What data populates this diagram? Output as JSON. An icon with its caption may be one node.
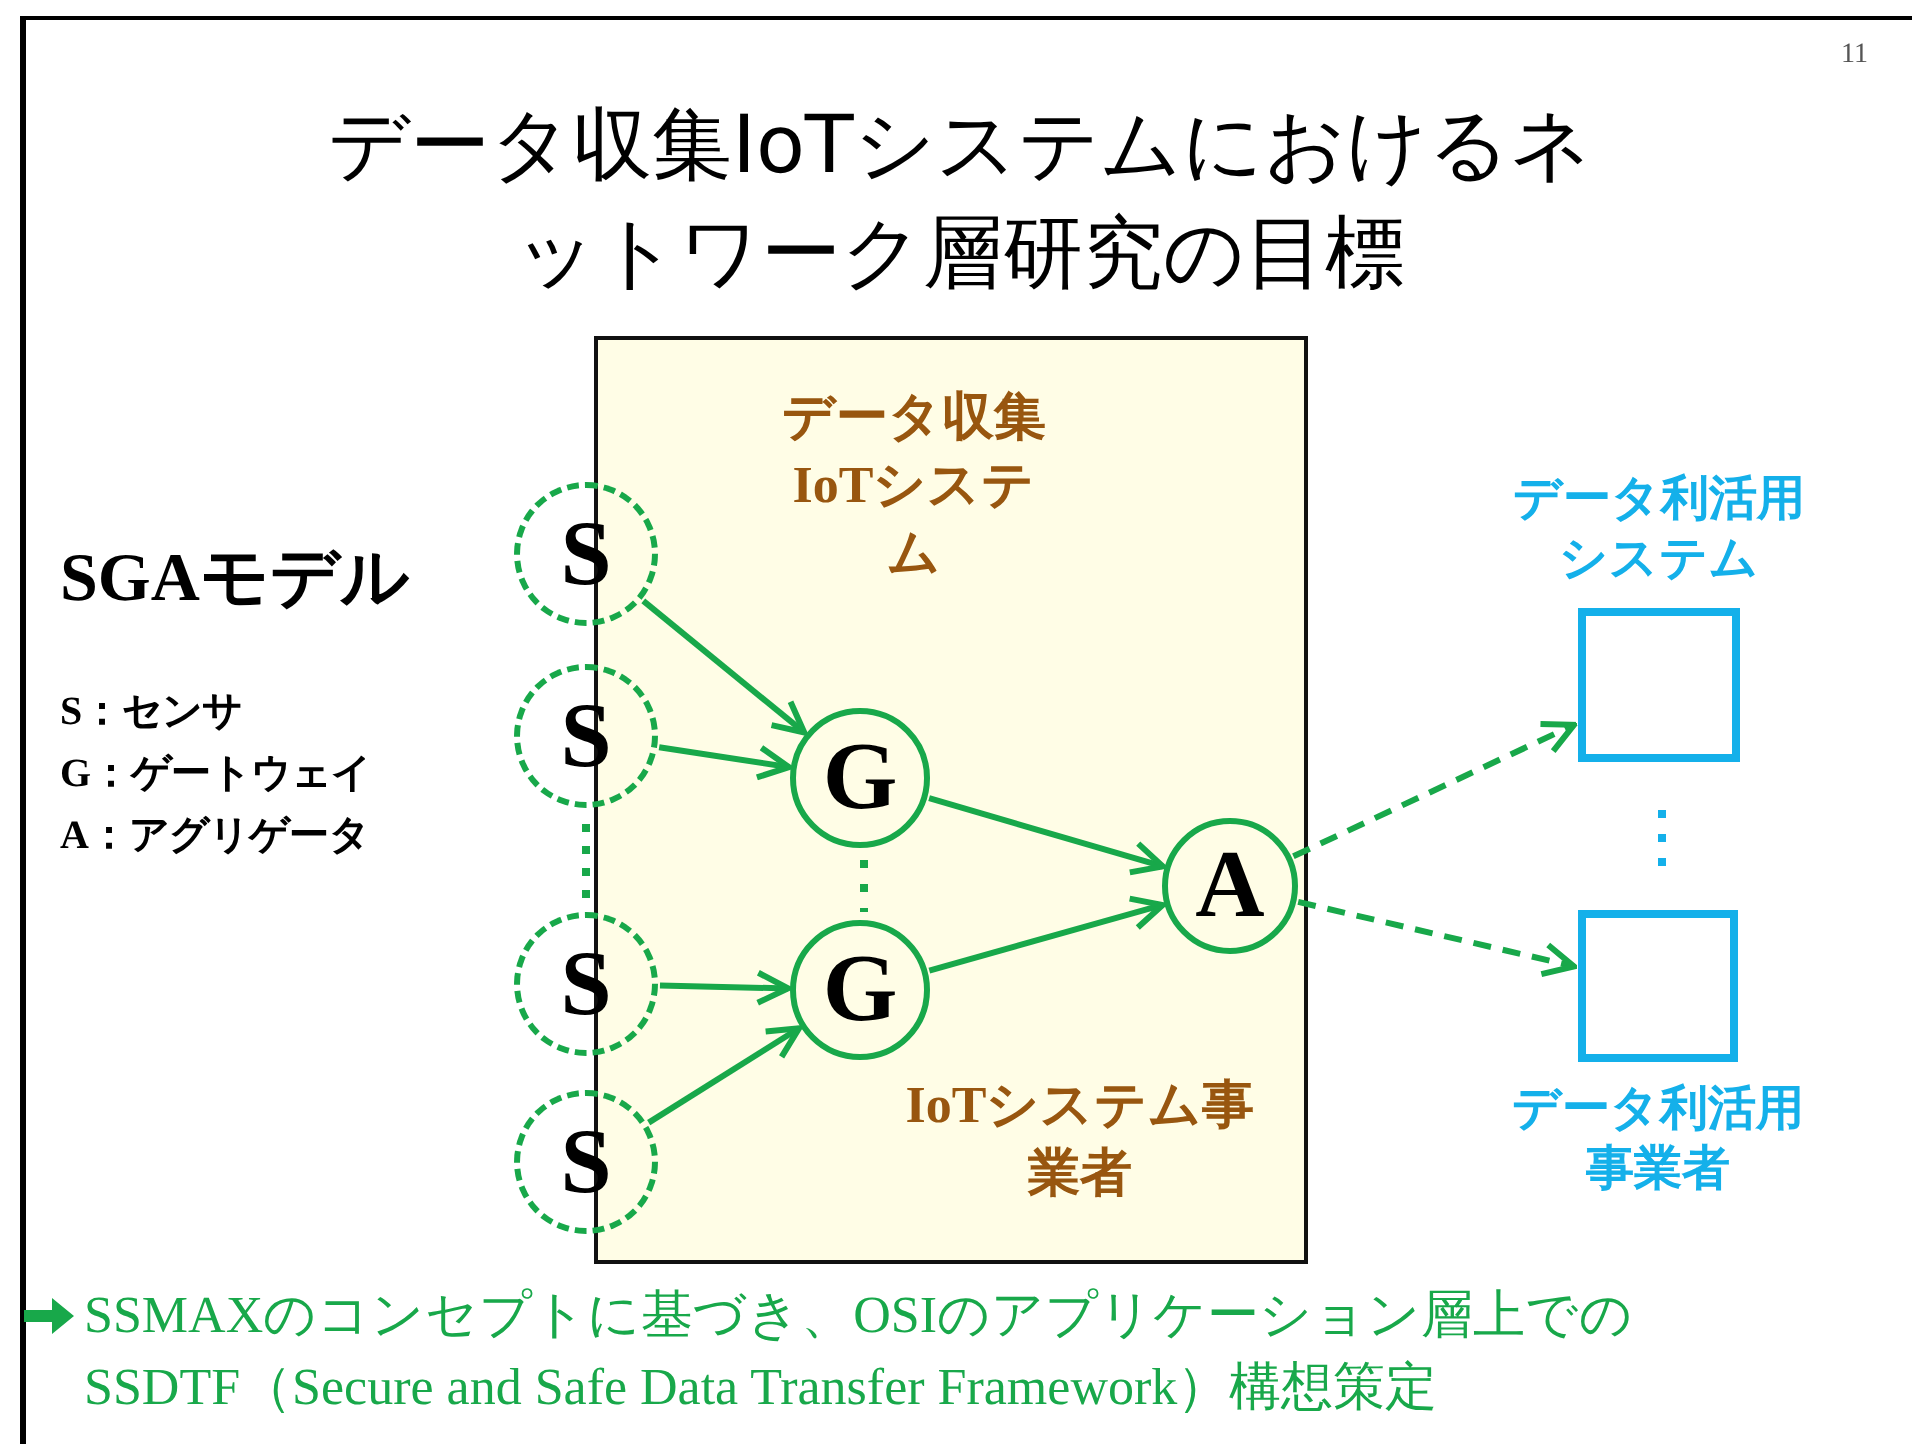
{
  "diagram": {
    "title": "データ収集IoTシステムにおけるネットワーク層研究の目標",
    "caption": "SSMAXのコンセプトに基づき、OSIのアプリケーション層上での SSDTF（Secure and Safe Data Transfer Framework）構想策定",
    "nodes": [
      {
        "text": [
          "データ収集IoTシステム",
          "IoTシステム事業者"
        ]
      },
      {
        "text": [
          "S"
        ]
      },
      {
        "text": [
          "S"
        ]
      },
      {
        "text": [
          "S"
        ]
      },
      {
        "text": [
          "S"
        ]
      },
      {
        "text": [
          "G"
        ],
        "in": 0
      },
      {
        "text": [
          "G"
        ],
        "in": 0
      },
      {
        "text": [
          "A"
        ],
        "in": 0
      },
      {
        "text": [
          "データ利活用システム"
        ]
      },
      {
        "text": [
          "データ利活用事業者"
        ]
      }
    ],
    "edges": [
      {
        "from": 1,
        "to": 5,
        "arrow": "to"
      },
      {
        "from": 2,
        "to": 5,
        "arrow": "to"
      },
      {
        "from": 3,
        "to": 6,
        "arrow": "to"
      },
      {
        "from": 4,
        "to": 6,
        "arrow": "to"
      },
      {
        "from": 5,
        "to": 7,
        "arrow": "to"
      },
      {
        "from": 6,
        "to": 7,
        "arrow": "to"
      },
      {
        "from": 7,
        "to": 8,
        "arrow": "to",
        "style": "dashed"
      },
      {
        "from": 7,
        "to": 9,
        "arrow": "to",
        "style": "dashed"
      }
    ],
    "labels": [
      "11",
      "SGAモデル",
      "S：センサ",
      "G：ゲートウェイ",
      "A：アグリゲータ"
    ]
  }
}
